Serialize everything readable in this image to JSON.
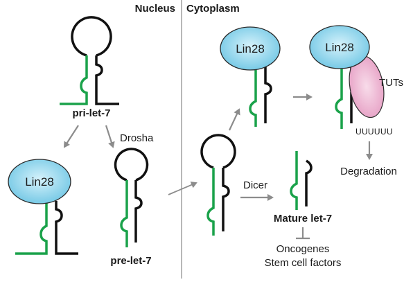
{
  "compartments": {
    "left": "Nucleus",
    "right": "Cytoplasm"
  },
  "labels": {
    "pri": "pri-let-7",
    "pre": "pre-let-7",
    "mature": "Mature let-7",
    "drosha": "Drosha",
    "dicer": "Dicer",
    "tuts": "TUTs",
    "uridines": "UUUUUU",
    "degradation": "Degradation",
    "oncogenes": "Oncogenes",
    "stem": "Stem cell factors"
  },
  "proteins": {
    "lin28_a": "Lin28",
    "lin28_b": "Lin28",
    "lin28_c": "Lin28"
  },
  "colors": {
    "rna_green": "#1aa24a",
    "rna_black": "#111111",
    "lin28_fill": "#8fd6ec",
    "tuts_fill": "#eeb7d3",
    "arrow": "#8c8c8c",
    "divider": "#9a9a9a"
  }
}
